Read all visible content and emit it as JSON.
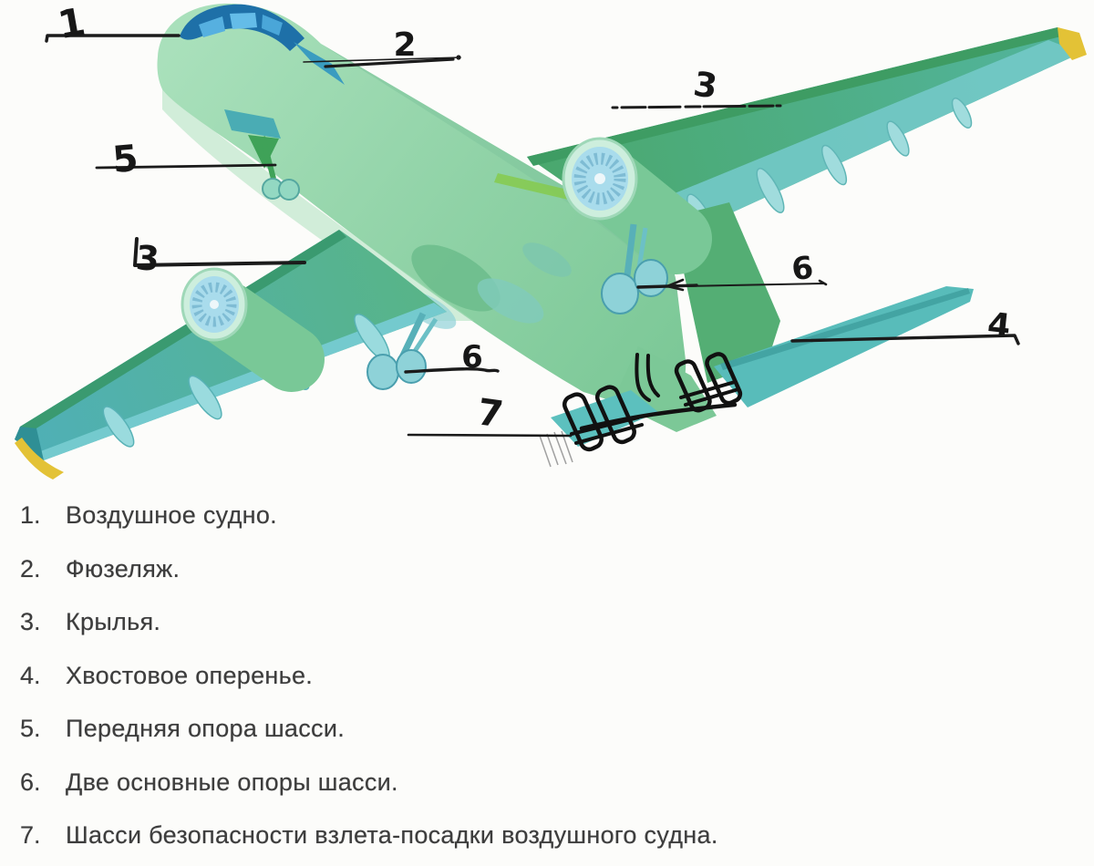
{
  "figure": {
    "callouts": [
      {
        "label": "1"
      },
      {
        "label": "2"
      },
      {
        "label": "3"
      },
      {
        "label": "3"
      },
      {
        "label": "4"
      },
      {
        "label": "5"
      },
      {
        "label": "6"
      },
      {
        "label": "6"
      },
      {
        "label": "7"
      }
    ],
    "colors": {
      "fuselage_green": "#97d6ab",
      "wing_green": "#4fb075",
      "flap_teal": "#73c9c8",
      "cockpit_blue": "#2e8fc8",
      "wingtip_yellow": "#e3c236",
      "ink": "#1b1b1b"
    }
  },
  "legend": {
    "items": [
      {
        "number": "1.",
        "text": "Воздушное судно."
      },
      {
        "number": "2.",
        "text": "Фюзеляж."
      },
      {
        "number": "3.",
        "text": "Крылья."
      },
      {
        "number": "4.",
        "text": "Хвостовое оперенье."
      },
      {
        "number": "5.",
        "text": "Передняя опора шасси."
      },
      {
        "number": "6.",
        "text": "Две основные опоры шасси."
      },
      {
        "number": "7.",
        "text": "Шасси безопасности взлета-посадки воздушного судна."
      }
    ]
  }
}
